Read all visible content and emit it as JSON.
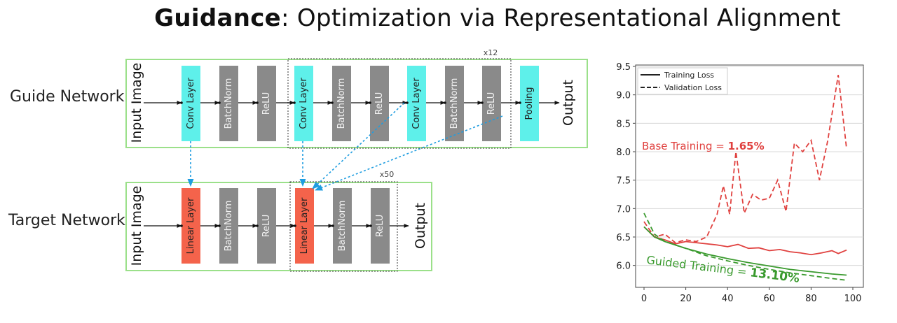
{
  "title": {
    "bold": "Guidance",
    "rest": ": Optimization via Representational Alignment"
  },
  "guide_network": {
    "label": "Guide Network",
    "input": "Input Image",
    "output": "Output",
    "repeat": "x12",
    "blocks": [
      "Conv Layer",
      "BatchNorm",
      "ReLU",
      "Conv Layer",
      "BatchNorm",
      "ReLU",
      "Conv Layer",
      "BatchNorm",
      "ReLU",
      "Pooling"
    ]
  },
  "target_network": {
    "label": "Target Network",
    "input": "Input Image",
    "output": "Output",
    "repeat": "x50",
    "blocks": [
      "Linear Layer",
      "BatchNorm",
      "ReLU",
      "Linear Layer",
      "BatchNorm",
      "ReLU"
    ]
  },
  "colors": {
    "conv": "#5ef0ea",
    "linear": "#f4634b",
    "norm": "#8a8a8a",
    "border": "#9be08a",
    "guide_arrow": "#1f9de0",
    "base": "#e0413f",
    "guided": "#3a9a2e"
  },
  "chart_data": {
    "type": "line",
    "xlim": [
      0,
      100
    ],
    "ylim": [
      5.75,
      9.5
    ],
    "xticks": [
      "0",
      "20",
      "40",
      "60",
      "80",
      "100"
    ],
    "yticks": [
      "6.0",
      "6.5",
      "7.0",
      "7.5",
      "8.0",
      "8.5",
      "9.0",
      "9.5"
    ],
    "legend": {
      "placement": "top-left",
      "entries": [
        "Training Loss",
        "Validation Loss"
      ]
    },
    "annotations": {
      "base": {
        "prefix": "Base Training = ",
        "value": "1.65%"
      },
      "guided": {
        "prefix": "Guided Training = ",
        "value": "13.10%"
      }
    },
    "series": [
      {
        "style": "solid",
        "color": "base",
        "x": [
          0,
          5,
          10,
          15,
          20,
          25,
          30,
          35,
          40,
          45,
          50,
          55,
          60,
          65,
          70,
          75,
          80,
          85,
          90,
          93,
          97
        ],
        "y": [
          6.68,
          6.5,
          6.45,
          6.38,
          6.42,
          6.4,
          6.38,
          6.36,
          6.33,
          6.37,
          6.3,
          6.31,
          6.26,
          6.28,
          6.24,
          6.22,
          6.19,
          6.22,
          6.26,
          6.21,
          6.27
        ]
      },
      {
        "style": "dashed",
        "color": "base",
        "x": [
          0,
          5,
          10,
          15,
          20,
          25,
          30,
          35,
          38,
          41,
          44,
          48,
          52,
          56,
          60,
          64,
          68,
          72,
          76,
          80,
          84,
          88,
          93,
          97
        ],
        "y": [
          6.77,
          6.5,
          6.55,
          6.4,
          6.45,
          6.42,
          6.5,
          6.9,
          7.4,
          6.9,
          8.0,
          6.92,
          7.25,
          7.15,
          7.18,
          7.5,
          6.95,
          8.15,
          8.0,
          8.2,
          7.5,
          8.2,
          9.35,
          8.05
        ]
      },
      {
        "style": "solid",
        "color": "guided",
        "x": [
          0,
          5,
          10,
          20,
          30,
          40,
          50,
          60,
          70,
          80,
          90,
          97
        ],
        "y": [
          6.68,
          6.5,
          6.42,
          6.3,
          6.2,
          6.12,
          6.05,
          5.99,
          5.93,
          5.89,
          5.85,
          5.83
        ]
      },
      {
        "style": "dashed",
        "color": "guided",
        "x": [
          0,
          5,
          10,
          20,
          30,
          40,
          50,
          60,
          70,
          80,
          90,
          97
        ],
        "y": [
          6.92,
          6.55,
          6.42,
          6.3,
          6.17,
          6.08,
          6.0,
          5.93,
          5.87,
          5.82,
          5.77,
          5.74
        ]
      }
    ]
  }
}
